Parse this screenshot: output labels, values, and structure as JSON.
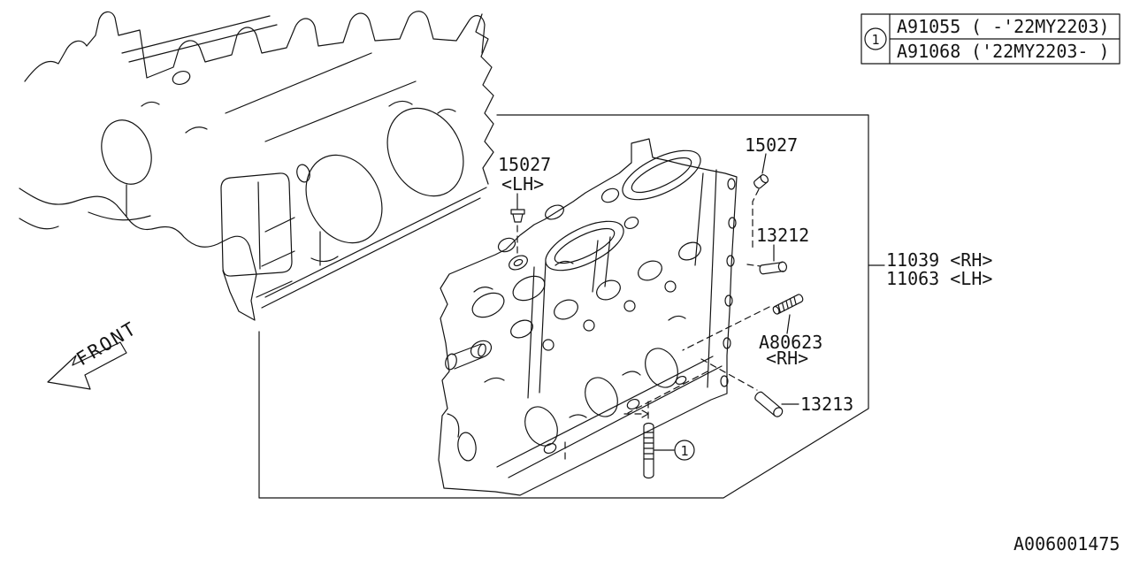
{
  "diagram": {
    "code": "A006001475",
    "front_label": "FRONT",
    "legend": {
      "callout": "1",
      "rows": [
        {
          "part": "A91055",
          "applicability": "( -'22MY2203)"
        },
        {
          "part": "A91068",
          "applicability": "('22MY2203- )"
        }
      ]
    },
    "labels": {
      "plug_lh_number": "15027",
      "plug_lh_side": "<LH>",
      "plug_rh_number": "15027",
      "dowel_upper_number": "13212",
      "head_rh_line": "11039 <RH>",
      "head_lh_line": "11063 <LH>",
      "stud_number": "A80623",
      "stud_side": "<RH>",
      "dowel_lower_number": "13213",
      "stud_callout": "1"
    },
    "colors": {
      "line": "#141414",
      "background": "#ffffff"
    }
  }
}
